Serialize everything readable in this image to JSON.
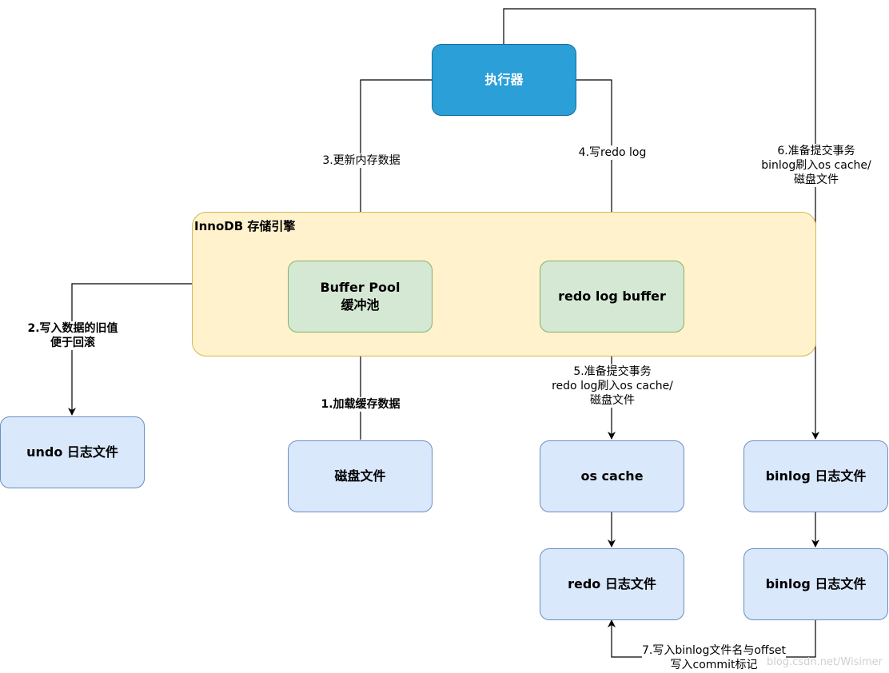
{
  "container": {
    "title": "InnoDB 存储引擎"
  },
  "nodes": {
    "executor": "执行器",
    "buffer_pool": [
      "Buffer Pool",
      "缓冲池"
    ],
    "redo_log_buffer": "redo log buffer",
    "undo_file": "undo 日志文件",
    "disk_file": "磁盘文件",
    "os_cache": "os cache",
    "redo_file": "redo 日志文件",
    "binlog_file_1": "binlog 日志文件",
    "binlog_file_2": "binlog 日志文件"
  },
  "edges": {
    "step1": "1.加载缓存数据",
    "step2": [
      "2.写入数据的旧值",
      "便于回滚"
    ],
    "step3": "3.更新内存数据",
    "step4": "4.写redo log",
    "step5": [
      "5.准备提交事务",
      "redo log刷入os cache/",
      "磁盘文件"
    ],
    "step6": [
      "6.准备提交事务",
      "binlog刷入os cache/",
      "磁盘文件"
    ],
    "step7": [
      "7.写入binlog文件名与offset",
      "写入commit标记"
    ]
  },
  "watermark": "blog.csdn.net/Wisimer",
  "colors": {
    "executor_fill": "#2a9fd8",
    "container_fill": "#fff2cc",
    "green_fill": "#d5e8d4",
    "blue_fill": "#dae8fc"
  }
}
